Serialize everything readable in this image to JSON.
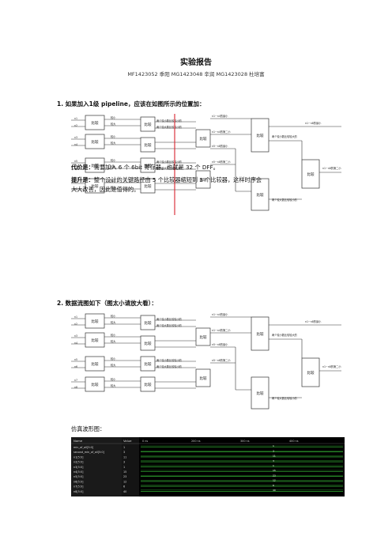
{
  "title": "实验报告",
  "authors": "MF1423052  季阳  MG1423048 辛润  MG1423028  杜培富",
  "section1": {
    "heading": "1.  如果加入1级 pipeline，应该在如图所示的位置加：",
    "cost_label": "代价是：",
    "cost_text": "需要加入 6 个 6bit 寄存器。也就是 32 个 DFF。",
    "gain_label": "提升是：",
    "gain_text_1": "整个设计的关键路径由 5 个比较器缩短到 3 个比较器，这样时序会",
    "gain_text_2": "大大改善，因此是值得的。"
  },
  "section2": {
    "heading": "2.  数据流图如下（图太小请放大看）：",
    "waveform_label": "仿真波形图："
  },
  "diagram": {
    "inputs": [
      "n1",
      "n2",
      "n3",
      "n4",
      "n5",
      "n6",
      "n7",
      "n8"
    ],
    "compare": "比较",
    "small": "较小",
    "large": "较大",
    "two_small_min": "两个较小数比较较小的",
    "two_large_min": "两个较大数比较较小的",
    "out_min_1_4": "n1~n4的最小",
    "out_second_1_4": "n1~n4的第二小",
    "out_min_5_8": "n5~n8的最小",
    "out_second_5_8": "n5~n8的第二小",
    "out_min_1_8": "n1~n8的最小",
    "out_second_1_8": "n1~n8的第二小",
    "two_small_max": "两个较小数比较较大的"
  },
  "waveform": {
    "col_name": "Name",
    "col_value": "Value",
    "signals": [
      {
        "name": "min_of_all[5:0]",
        "value": "1"
      },
      {
        "name": "second_min_of_all[5:0]",
        "value": "3"
      },
      {
        "name": "n1[5:0]",
        "value": "11"
      },
      {
        "name": "n2[5:0]",
        "value": "3"
      },
      {
        "name": "n3[5:0]",
        "value": "1"
      },
      {
        "name": "n4[5:0]",
        "value": "15"
      },
      {
        "name": "n5[5:0]",
        "value": "23"
      },
      {
        "name": "n6[5:0]",
        "value": "12"
      },
      {
        "name": "n7[5:0]",
        "value": "6"
      },
      {
        "name": "n8[5:0]",
        "value": "40"
      }
    ],
    "time_ticks": [
      "0 ns",
      "200 ns",
      "300 ns",
      "400 ns"
    ],
    "trace_values": [
      "1",
      "3",
      "11",
      "3",
      "1",
      "15",
      "23",
      "12",
      "6",
      "40"
    ]
  },
  "colors": {
    "pipeline_line": "#d9232e",
    "wave_bg": "#000000",
    "wave_trace": "#3fd63f"
  }
}
